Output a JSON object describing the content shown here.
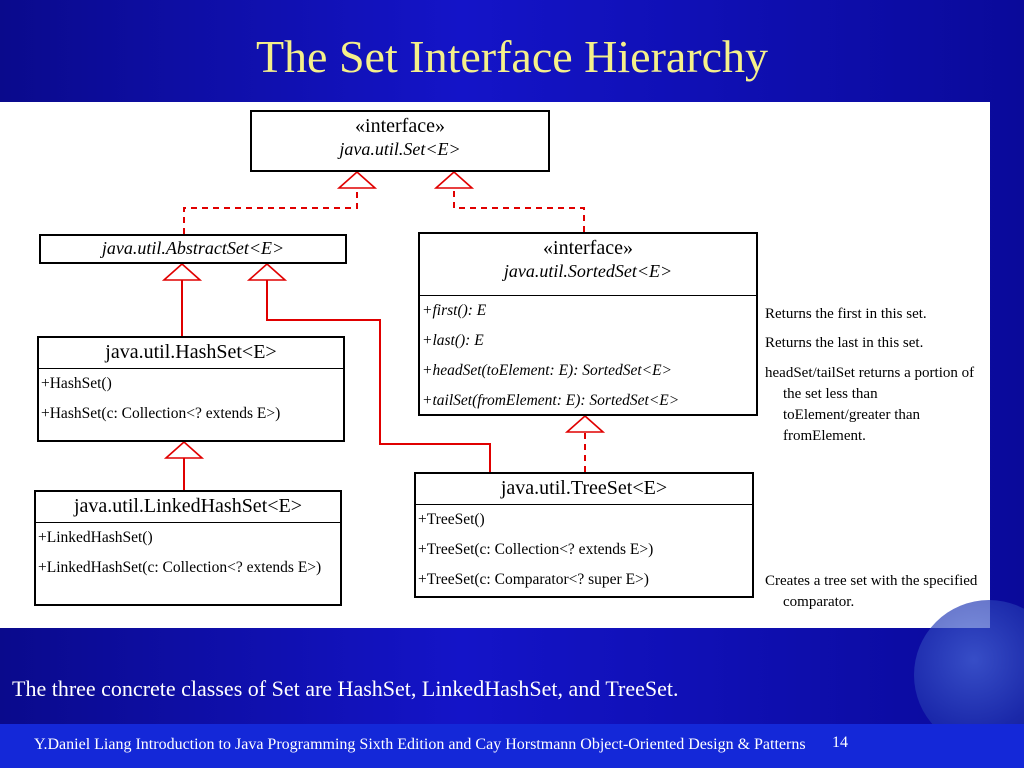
{
  "slide": {
    "title": "The Set Interface Hierarchy",
    "caption": "The three concrete classes of Set are HashSet, LinkedHashSet, and TreeSet.",
    "footer": "Y.Daniel Liang Introduction to Java Programming Sixth Edition and Cay Horstmann Object-Oriented Design & Patterns",
    "page_number": "14"
  },
  "colors": {
    "background": "#1010b8",
    "title": "#f5f08a",
    "relation_line": "#e00000",
    "footer_bar": "#1428d8"
  },
  "diagram": {
    "set": {
      "stereotype": "«interface»",
      "name": "java.util.Set<E>"
    },
    "abstract_set": {
      "name": "java.util.AbstractSet<E>"
    },
    "sorted_set": {
      "stereotype": "«interface»",
      "name": "java.util.SortedSet<E>",
      "methods": [
        "+first(): E",
        "+last(): E",
        "+headSet(toElement: E): SortedSet<E>",
        "+tailSet(fromElement: E): SortedSet<E>"
      ]
    },
    "hash_set": {
      "name": "java.util.HashSet<E>",
      "methods": [
        "+HashSet()",
        "+HashSet(c: Collection<? extends E>)"
      ]
    },
    "linked_hash_set": {
      "name": "java.util.LinkedHashSet<E>",
      "methods": [
        "+LinkedHashSet()",
        "+LinkedHashSet(c: Collection<? extends E>)"
      ]
    },
    "tree_set": {
      "name": "java.util.TreeSet<E>",
      "methods": [
        "+TreeSet()",
        "+TreeSet(c: Collection<? extends E>)",
        "+TreeSet(c: Comparator<? super E>)"
      ]
    },
    "notes": {
      "first": "Returns the first in this set.",
      "last": "Returns the last in this set.",
      "head_tail": "headSet/tailSet returns a portion of the set less than toElement/greater than fromElement.",
      "comparator": "Creates a tree set with the specified comparator."
    },
    "relations": [
      {
        "from": "AbstractSet",
        "to": "Set",
        "kind": "implements"
      },
      {
        "from": "SortedSet",
        "to": "Set",
        "kind": "extends"
      },
      {
        "from": "HashSet",
        "to": "AbstractSet",
        "kind": "extends"
      },
      {
        "from": "TreeSet",
        "to": "AbstractSet",
        "kind": "extends"
      },
      {
        "from": "TreeSet",
        "to": "SortedSet",
        "kind": "implements"
      },
      {
        "from": "LinkedHashSet",
        "to": "HashSet",
        "kind": "extends"
      }
    ]
  }
}
